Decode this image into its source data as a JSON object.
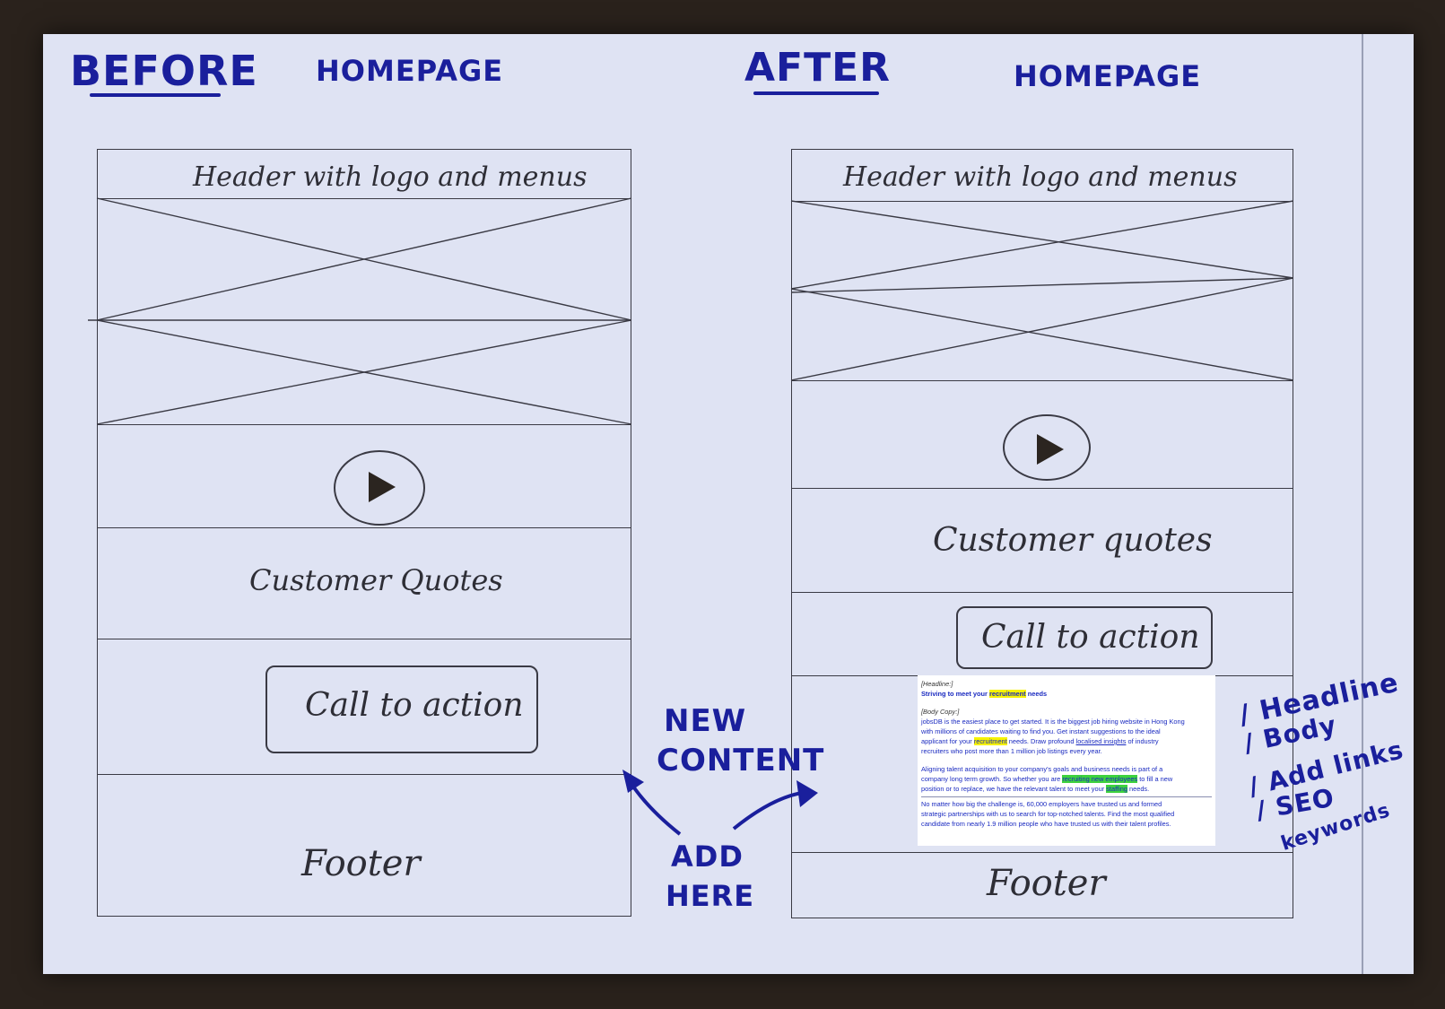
{
  "before": {
    "title": "BEFORE",
    "page": "HOMEPAGE",
    "header": "Header with logo and menus",
    "quotes": "Customer Quotes",
    "cta": "Call to action",
    "footer": "Footer"
  },
  "after": {
    "title": "AFTER",
    "page": "HOMEPAGE",
    "header": "Header with logo and menus",
    "quotes": "Customer quotes",
    "cta": "Call to action",
    "footer": "Footer"
  },
  "annotation": {
    "new_content": [
      "NEW",
      "CONTENT"
    ],
    "add_here": [
      "ADD",
      "HERE"
    ],
    "checklist": [
      "Headline",
      "Body",
      "Add links",
      "SEO",
      "keywords"
    ]
  },
  "doc": {
    "headline_tag": "[Headline:]",
    "headline_pre": "Striving to meet your ",
    "headline_hl": "recruitment",
    "headline_post": " needs",
    "body_tag": "[Body Copy:]",
    "p1a": "jobsDB is the easiest place to get started. It is the biggest job hiring website in Hong Kong",
    "p1b": "with millions of candidates waiting to find you. Get instant suggestions to the ideal",
    "p1c_pre": "applicant for your ",
    "p1c_hl": "recruitment",
    "p1c_mid": " needs. Draw profound ",
    "p1c_link": "localised insights",
    "p1c_post": " of industry",
    "p1d": "recruiters who post more than 1 million job listings every year.",
    "p2a": "Aligning talent acquisition to your company's goals and business needs is part of a",
    "p2b_pre": "company long term growth. So whether you are ",
    "p2b_hl": "recruiting new employees",
    "p2b_post": " to fill a new",
    "p2c_pre": "position or to replace, we have the relevant talent to meet your ",
    "p2c_hl": "staffing",
    "p2c_post": " needs.",
    "p3a": "No matter how big the challenge is, 60,000 employers have trusted us and formed",
    "p3b": "strategic partnerships with us to search for top-notched talents. Find the most qualified",
    "p3c": "candidate from nearly 1.9 million people who have trusted us with their talent profiles."
  }
}
